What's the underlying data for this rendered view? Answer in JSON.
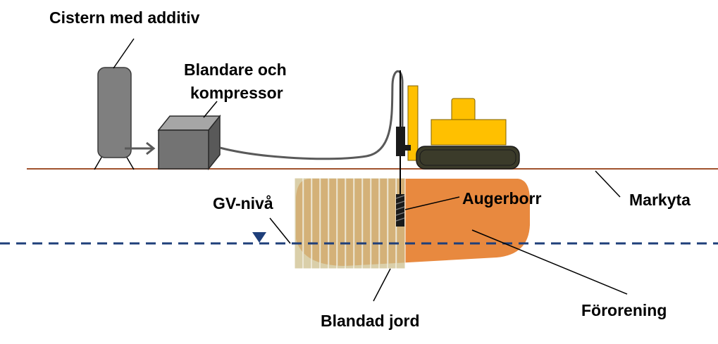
{
  "labels": {
    "cistern": "Cistern med additiv",
    "mixer_line1": "Blandare och",
    "mixer_line2": "kompressor",
    "auger": "Augerborr",
    "gv_level": "GV-nivå",
    "ground_surface": "Markyta",
    "contamination": "Förorening",
    "mixed_soil": "Blandad jord"
  },
  "colors": {
    "ground_line": "#a0522d",
    "water_table": "#1f3f7a",
    "contamination": "#e8893f",
    "mixed_soil": "#cdbf8c",
    "excavator": "#ffc000",
    "track": "#3b3b2a",
    "cistern": "#7f7f7f",
    "mixer_box": "#737373",
    "hose": "#595959"
  },
  "icons": {
    "water_level_marker": "inverted-triangle-icon"
  }
}
